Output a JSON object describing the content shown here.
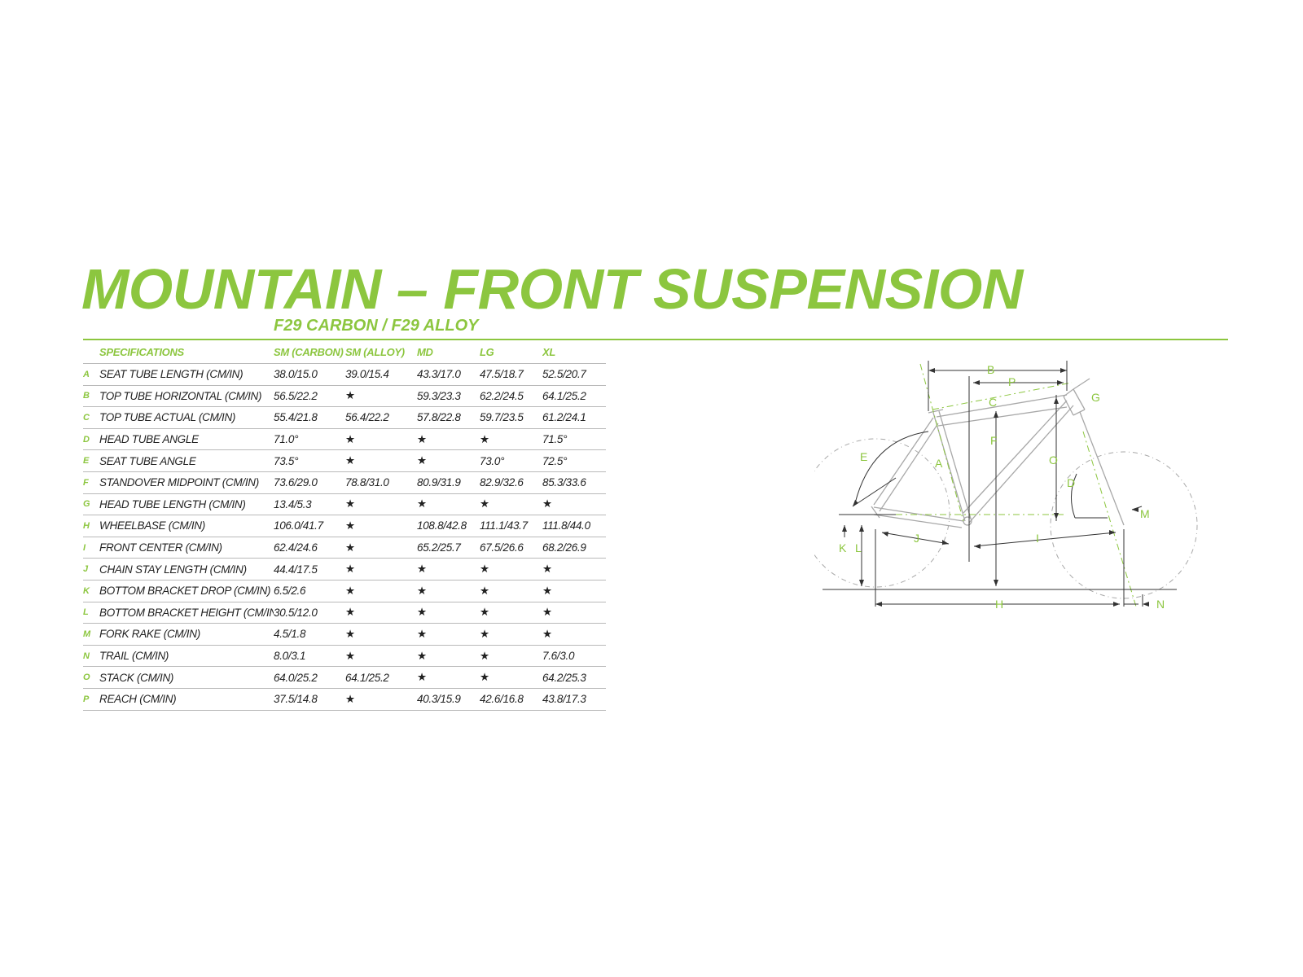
{
  "colors": {
    "accent": "#8cc63f",
    "text": "#222222",
    "rule": "#b9b9b9",
    "frame": "#a8a8a8"
  },
  "header": {
    "title": "MOUNTAIN – FRONT SUSPENSION",
    "subtitle": "F29 CARBON / F29 ALLOY"
  },
  "table": {
    "columns": [
      "SPECIFICATIONS",
      "SM (CARBON)",
      "SM (ALLOY)",
      "MD",
      "LG",
      "XL"
    ],
    "rows": [
      {
        "letter": "A",
        "label": "SEAT TUBE LENGTH (CM/IN)",
        "values": [
          "38.0/15.0",
          "39.0/15.4",
          "43.3/17.0",
          "47.5/18.7",
          "52.5/20.7"
        ]
      },
      {
        "letter": "B",
        "label": "TOP TUBE HORIZONTAL (CM/IN)",
        "values": [
          "56.5/22.2",
          "★",
          "59.3/23.3",
          "62.2/24.5",
          "64.1/25.2"
        ]
      },
      {
        "letter": "C",
        "label": "TOP TUBE ACTUAL (CM/IN)",
        "values": [
          "55.4/21.8",
          "56.4/22.2",
          "57.8/22.8",
          "59.7/23.5",
          "61.2/24.1"
        ]
      },
      {
        "letter": "D",
        "label": "HEAD TUBE ANGLE",
        "values": [
          "71.0°",
          "★",
          "★",
          "★",
          "71.5°"
        ]
      },
      {
        "letter": "E",
        "label": "SEAT TUBE ANGLE",
        "values": [
          "73.5°",
          "★",
          "★",
          "73.0°",
          "72.5°"
        ]
      },
      {
        "letter": "F",
        "label": "STANDOVER MIDPOINT (CM/IN)",
        "values": [
          "73.6/29.0",
          "78.8/31.0",
          "80.9/31.9",
          "82.9/32.6",
          "85.3/33.6"
        ]
      },
      {
        "letter": "G",
        "label": "HEAD TUBE LENGTH (CM/IN)",
        "values": [
          "13.4/5.3",
          "★",
          "★",
          "★",
          "★"
        ]
      },
      {
        "letter": "H",
        "label": "WHEELBASE (CM/IN)",
        "values": [
          "106.0/41.7",
          "★",
          "108.8/42.8",
          "111.1/43.7",
          "111.8/44.0"
        ]
      },
      {
        "letter": "I",
        "label": "FRONT CENTER (CM/IN)",
        "values": [
          "62.4/24.6",
          "★",
          "65.2/25.7",
          "67.5/26.6",
          "68.2/26.9"
        ]
      },
      {
        "letter": "J",
        "label": "CHAIN STAY LENGTH (CM/IN)",
        "values": [
          "44.4/17.5",
          "★",
          "★",
          "★",
          "★"
        ]
      },
      {
        "letter": "K",
        "label": "BOTTOM BRACKET DROP (CM/IN)",
        "values": [
          "6.5/2.6",
          "★",
          "★",
          "★",
          "★"
        ]
      },
      {
        "letter": "L",
        "label": "BOTTOM BRACKET HEIGHT (CM/IN)",
        "values": [
          "30.5/12.0",
          "★",
          "★",
          "★",
          "★"
        ]
      },
      {
        "letter": "M",
        "label": "FORK RAKE (CM/IN)",
        "values": [
          "4.5/1.8",
          "★",
          "★",
          "★",
          "★"
        ]
      },
      {
        "letter": "N",
        "label": "TRAIL (CM/IN)",
        "values": [
          "8.0/3.1",
          "★",
          "★",
          "★",
          "7.6/3.0"
        ]
      },
      {
        "letter": "O",
        "label": "STACK (CM/IN)",
        "values": [
          "64.0/25.2",
          "64.1/25.2",
          "★",
          "★",
          "64.2/25.3"
        ]
      },
      {
        "letter": "P",
        "label": "REACH (CM/IN)",
        "values": [
          "37.5/14.8",
          "★",
          "40.3/15.9",
          "42.6/16.8",
          "43.8/17.3"
        ]
      }
    ]
  },
  "diagram": {
    "labels": {
      "B": "B",
      "P": "P",
      "C": "C",
      "G": "G",
      "E": "E",
      "A": "A",
      "F": "F",
      "O": "O",
      "D": "D",
      "M": "M",
      "J": "J",
      "I": "I",
      "K": "K",
      "L": "L",
      "H": "H",
      "N": "N"
    }
  }
}
